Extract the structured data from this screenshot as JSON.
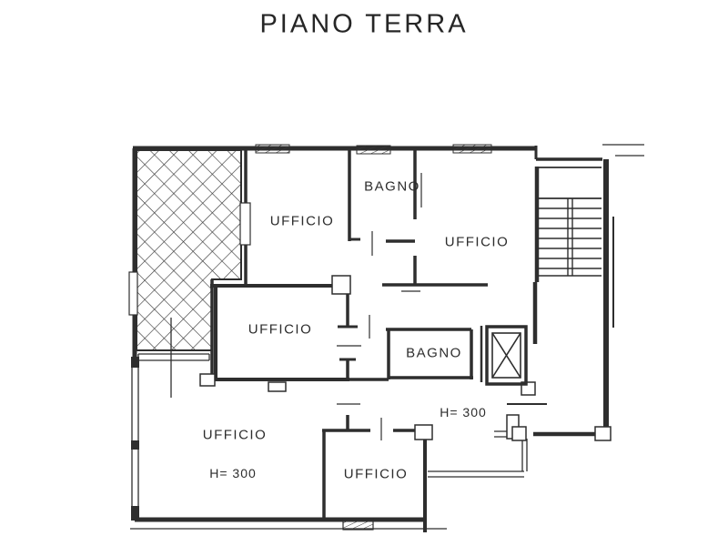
{
  "title": "PIANO TERRA",
  "plan": {
    "rooms": [
      {
        "id": "ufficio-top-left",
        "label": "UFFICIO"
      },
      {
        "id": "bagno-top",
        "label": "BAGNO"
      },
      {
        "id": "ufficio-top-right",
        "label": "UFFICIO"
      },
      {
        "id": "ufficio-middle",
        "label": "UFFICIO"
      },
      {
        "id": "bagno-lower",
        "label": "BAGNO"
      },
      {
        "id": "ufficio-bottom-left",
        "label": "UFFICIO"
      },
      {
        "id": "ufficio-bottom-middle",
        "label": "UFFICIO"
      }
    ],
    "annotations": [
      {
        "id": "ceiling-height-right",
        "label": "H= 300"
      },
      {
        "id": "ceiling-height-bottom-left",
        "label": "H= 300"
      }
    ],
    "features": [
      "hatched-terrace",
      "staircase",
      "elevator-shaft",
      "windows",
      "doors"
    ],
    "colors": {
      "ink": "#2e2e2e",
      "paper": "#ffffff"
    }
  }
}
